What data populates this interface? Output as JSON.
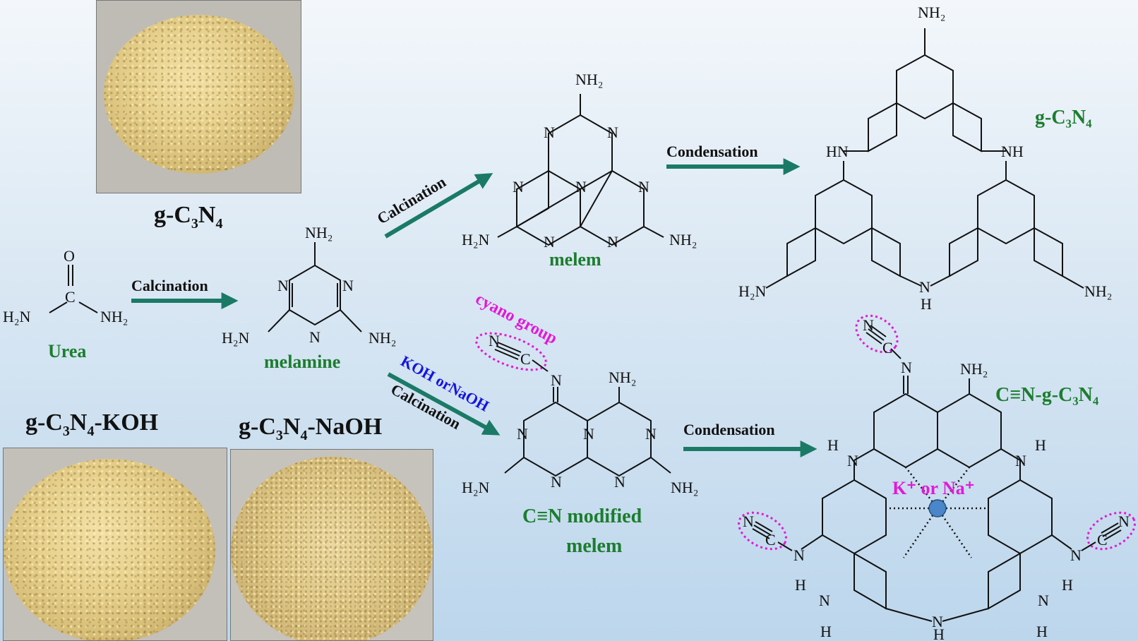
{
  "photos": {
    "top": {
      "label": "g-C",
      "label_mid": "N",
      "label_end": "",
      "sub1": "3",
      "sub2": "4"
    },
    "koh": {
      "label": "g-C",
      "label_mid": "N",
      "label_end": "-KOH",
      "sub1": "3",
      "sub2": "4"
    },
    "naoh": {
      "label": "g-C",
      "label_mid": "N",
      "label_end": "-NaOH",
      "sub1": "3",
      "sub2": "4"
    }
  },
  "molecules": {
    "urea": {
      "name": "Urea",
      "O": "O",
      "C": "C",
      "left_group": "H₂N",
      "right_group": "NH₂"
    },
    "melamine": {
      "name": "melamine",
      "top_group": "NH₂",
      "left_group": "H₂N",
      "right_group": "NH₂"
    },
    "melem": {
      "name": "melem",
      "top_group": "NH₂",
      "left_group": "H₂N",
      "right_group": "NH₂"
    },
    "gcn_product": {
      "name": "g-C₃N₄",
      "top_group": "NH₂",
      "left_group": "H₂N",
      "right_group": "NH₂",
      "bridge": "HN",
      "bridge_r": "NH",
      "bridge_b": "N",
      "bridge_b_h": "H"
    },
    "cn_melem": {
      "name_line1": "C≡N modified",
      "name_line2": "melem",
      "top_group": "NH₂",
      "left_group": "H₂N",
      "right_group": "NH₂"
    },
    "cn_gcn": {
      "name": "C≡N-g-C₃N₄",
      "ion_label": "K⁺ or Na⁺",
      "top_group": "NH₂",
      "h": "H"
    }
  },
  "arrows": {
    "urea_to_melamine": "Calcination",
    "melamine_to_melem": "Calcination",
    "melem_to_gcn": "Condensation",
    "melamine_to_cn_line1": "KOH orNaOH",
    "melamine_to_cn_line2": "Calcination",
    "cn_to_cngcn": "Condensation"
  },
  "annotation": {
    "cyano": "cyano group"
  },
  "atoms": {
    "N": "N",
    "C": "C",
    "H": "H"
  },
  "colors": {
    "arrow": "#1a7a66",
    "green_label": "#1c7d2e",
    "magenta": "#e01ad8",
    "blue": "#1515e0",
    "ion": "#4a86c9"
  }
}
